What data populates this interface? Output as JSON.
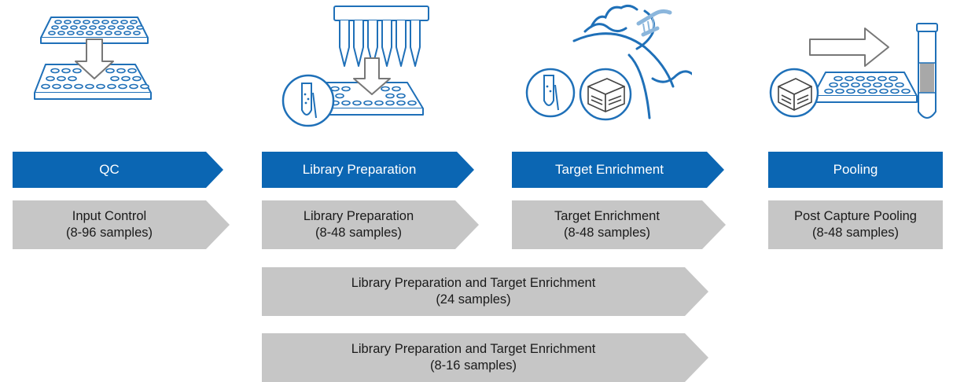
{
  "steps": [
    {
      "label": "QC",
      "icon": "plate-transfer-icon"
    },
    {
      "label": "Library Preparation",
      "icon": "multichannel-pipette-icon"
    },
    {
      "label": "Target Enrichment",
      "icon": "dna-capture-icon"
    },
    {
      "label": "Pooling",
      "icon": "pooling-tube-icon"
    }
  ],
  "protocols": [
    {
      "title": "Input Control",
      "samples": "(8-96 samples)"
    },
    {
      "title": "Library Preparation",
      "samples": "(8-48 samples)"
    },
    {
      "title": "Target Enrichment",
      "samples": "(8-48 samples)"
    },
    {
      "title": "Post Capture Pooling",
      "samples": "(8-48 samples)"
    }
  ],
  "combined": [
    {
      "title": "Library Preparation and Target Enrichment",
      "samples": "(24 samples)"
    },
    {
      "title": "Library Preparation and Target Enrichment",
      "samples": "(8-16 samples)"
    }
  ],
  "colors": {
    "step_blue": "#0b66b3",
    "protocol_gray": "#c6c6c6",
    "icon_blue": "#1f70b8",
    "icon_light": "#8bb6dc"
  }
}
